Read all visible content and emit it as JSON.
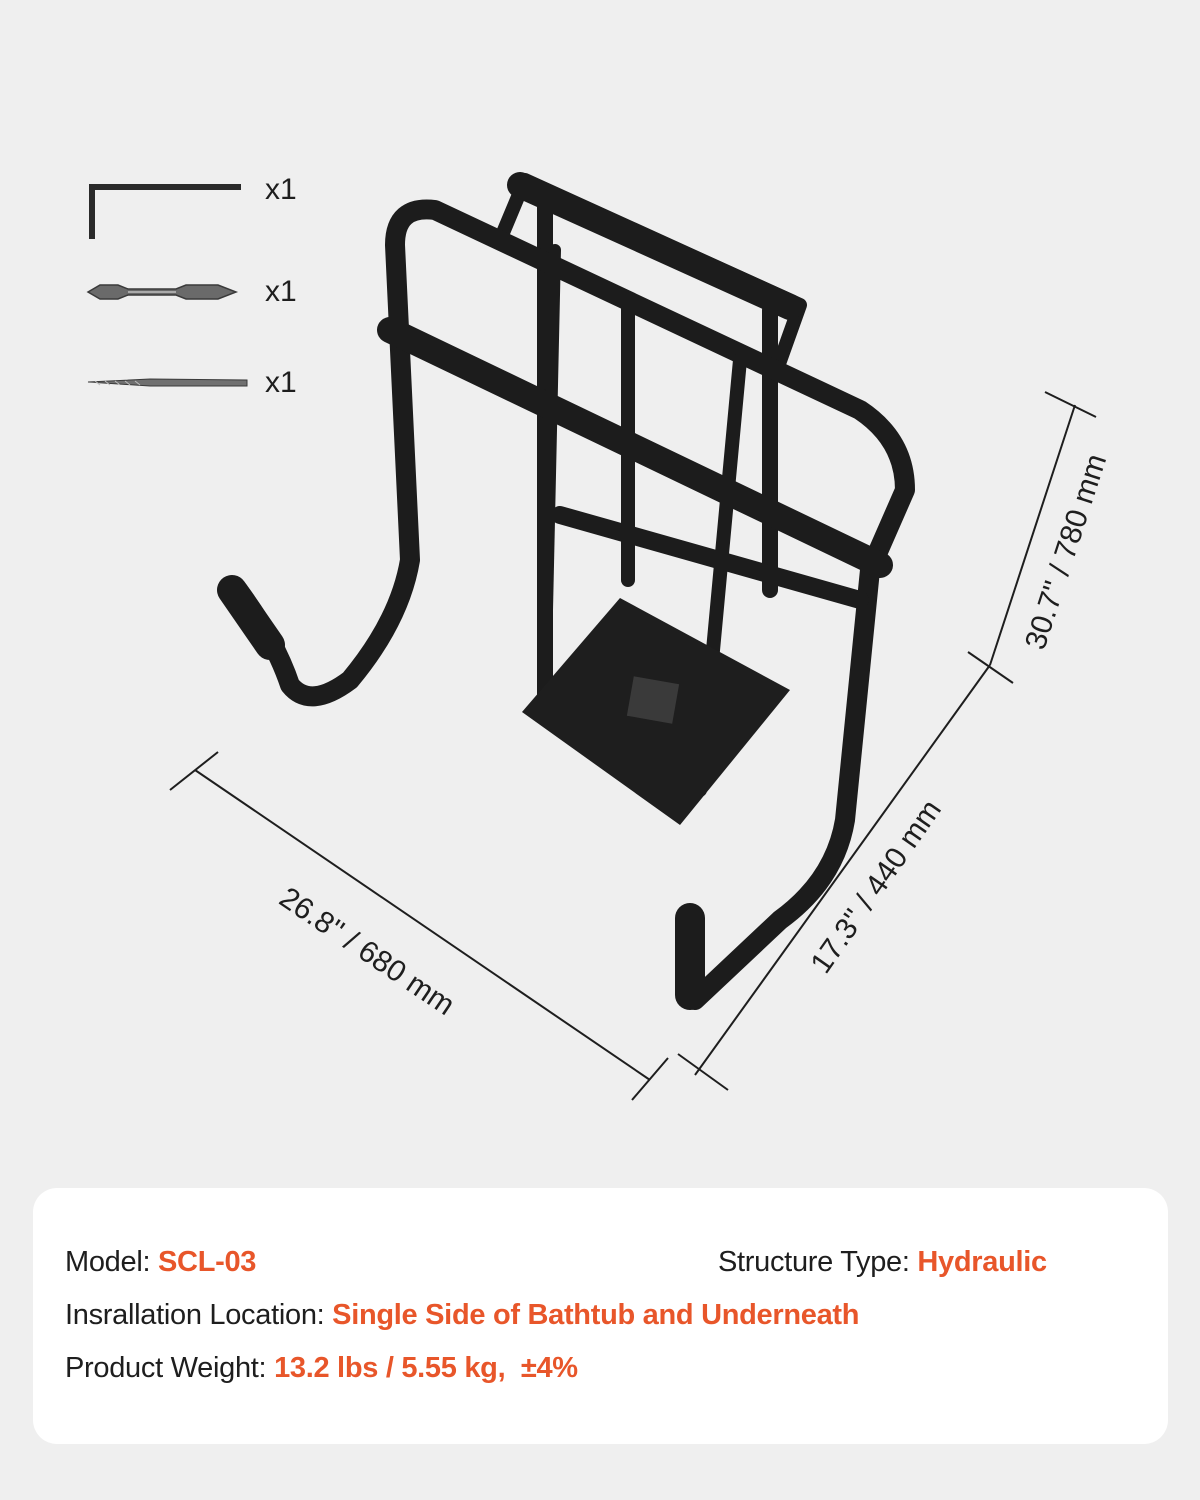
{
  "accessories": [
    {
      "icon": "allen-key-icon",
      "qty": "x1"
    },
    {
      "icon": "screwdriver-bit-icon",
      "qty": "x1"
    },
    {
      "icon": "drill-bit-icon",
      "qty": "x1"
    }
  ],
  "dimensions": {
    "length": "26.8'' / 680 mm",
    "width": "17.3'' / 440 mm",
    "height": "30.7'' / 780 mm"
  },
  "specs": {
    "model": {
      "label": "Model:",
      "value": "SCL-03"
    },
    "structure": {
      "label": "Structure Type:",
      "value": "Hydraulic"
    },
    "location": {
      "label": "Insrallation Location:",
      "value": "Single Side of Bathtub and Underneath"
    },
    "weight": {
      "label": "Product Weight:",
      "value": "13.2 lbs / 5.55 kg,  ±4%"
    }
  },
  "colors": {
    "accent": "#e8562a",
    "text": "#1e1e1e",
    "background": "#efefef",
    "card": "#ffffff",
    "frame": "#1c1c1c"
  }
}
